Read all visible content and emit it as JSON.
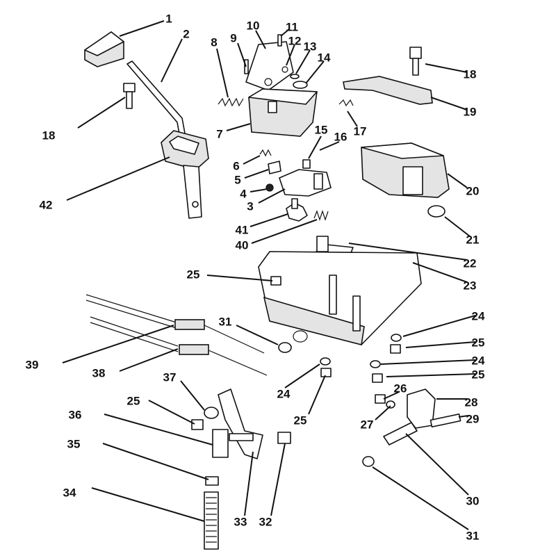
{
  "labels": [
    {
      "text": "1"
    },
    {
      "text": "2"
    },
    {
      "text": "8"
    },
    {
      "text": "9"
    },
    {
      "text": "10"
    },
    {
      "text": "11"
    },
    {
      "text": "12"
    },
    {
      "text": "13"
    },
    {
      "text": "14"
    },
    {
      "text": "18"
    },
    {
      "text": "18"
    },
    {
      "text": "19"
    },
    {
      "text": "7"
    },
    {
      "text": "17"
    },
    {
      "text": "15"
    },
    {
      "text": "16"
    },
    {
      "text": "6"
    },
    {
      "text": "5"
    },
    {
      "text": "4"
    },
    {
      "text": "3"
    },
    {
      "text": "42"
    },
    {
      "text": "20"
    },
    {
      "text": "41"
    },
    {
      "text": "40"
    },
    {
      "text": "21"
    },
    {
      "text": "22"
    },
    {
      "text": "25"
    },
    {
      "text": "23"
    },
    {
      "text": "31"
    },
    {
      "text": "24"
    },
    {
      "text": "39"
    },
    {
      "text": "25"
    },
    {
      "text": "38"
    },
    {
      "text": "24"
    },
    {
      "text": "37"
    },
    {
      "text": "24"
    },
    {
      "text": "25"
    },
    {
      "text": "26"
    },
    {
      "text": "25"
    },
    {
      "text": "28"
    },
    {
      "text": "25"
    },
    {
      "text": "36"
    },
    {
      "text": "27"
    },
    {
      "text": "29"
    },
    {
      "text": "35"
    },
    {
      "text": "30"
    },
    {
      "text": "34"
    },
    {
      "text": "33"
    },
    {
      "text": "32"
    },
    {
      "text": "31"
    }
  ]
}
